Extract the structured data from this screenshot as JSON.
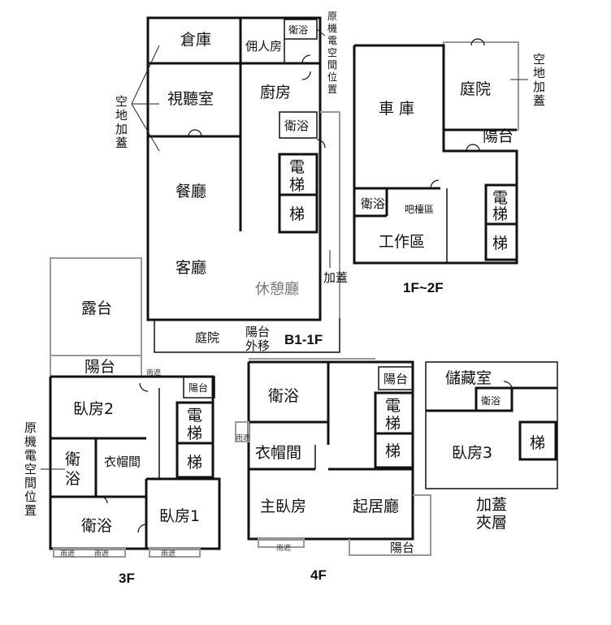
{
  "plans": {
    "b1": {
      "level_label": "B1-1F",
      "rooms": {
        "storage": "倉庫",
        "maid_room": "佣人房",
        "bath_top": "衛浴",
        "av_room": "視聽室",
        "kitchen": "廚房",
        "bath_small": "衛浴",
        "dining": "餐廳",
        "elevator_top": "電",
        "elevator_bottom": "梯",
        "stairs": "梯",
        "living": "客廳",
        "lounge": "休憩廳",
        "garden": "庭院",
        "balcony_moved_1": "陽台",
        "balcony_moved_2": "外移"
      },
      "notes": {
        "vacant_roof_1": "空",
        "vacant_roof_2": "地",
        "vacant_roof_3": "加",
        "vacant_roof_4": "蓋",
        "orig_mech_1": "原",
        "orig_mech_2": "機",
        "orig_mech_3": "電",
        "orig_mech_4": "空",
        "orig_mech_5": "間",
        "orig_mech_6": "位",
        "orig_mech_7": "置",
        "addition": "加蓋"
      }
    },
    "f1": {
      "level_label": "1F~2F",
      "rooms": {
        "garage": "車 庫",
        "garden": "庭院",
        "balcony": "陽台",
        "bath": "衛浴",
        "bar": "吧檯區",
        "elevator_top": "電",
        "elevator_bottom": "梯",
        "stairs": "梯",
        "work_area": "工作區"
      },
      "notes": {
        "vacant_roof_1": "空",
        "vacant_roof_2": "地",
        "vacant_roof_3": "加",
        "vacant_roof_4": "蓋"
      }
    },
    "f3": {
      "level_label": "3F",
      "rooms": {
        "terrace": "露台",
        "balcony_top": "陽台",
        "bedroom2": "臥房2",
        "balcony_small": "陽台",
        "elevator_top": "電",
        "elevator_bottom": "梯",
        "bath_a_1": "衛",
        "bath_a_2": "浴",
        "closet": "衣帽間",
        "stairs": "梯",
        "bath_b": "衛浴",
        "bedroom1": "臥房1",
        "awning_1": "雨遮",
        "awning_2": "雨遮",
        "awning_3": "雨遮",
        "awning_4": "雨遮"
      },
      "notes": {
        "orig_mech_1": "原",
        "orig_mech_2": "機",
        "orig_mech_3": "電",
        "orig_mech_4": "空",
        "orig_mech_5": "間",
        "orig_mech_6": "位",
        "orig_mech_7": "置"
      }
    },
    "f4": {
      "level_label": "4F",
      "rooms": {
        "bath": "衛浴",
        "balcony_top": "陽台",
        "elevator_top": "電",
        "elevator_bottom": "梯",
        "closet": "衣帽間",
        "stairs": "梯",
        "master_bedroom": "主臥房",
        "sitting_room": "起居廳",
        "balcony_bottom": "陽台",
        "awning_left": "雨遮",
        "awning_bottom": "雨遮"
      }
    },
    "mezz": {
      "level_label_1": "加蓋",
      "level_label_2": "夾層",
      "rooms": {
        "storage": "儲藏室",
        "bath": "衛浴",
        "bedroom3": "臥房3",
        "stairs": "梯"
      }
    }
  }
}
